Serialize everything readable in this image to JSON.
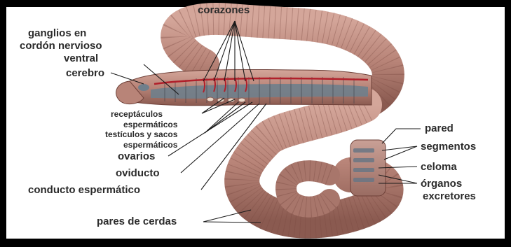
{
  "colors": {
    "background": "#ffffff",
    "frame": "#000000",
    "worm_body": "#b88478",
    "worm_shadow": "#7a4a42",
    "nerve_cord": "#6f7f8c",
    "blood_vessels": "#b11f2a",
    "label_text": "#2b2b2b"
  },
  "labels": {
    "corazones": "corazones",
    "ganglios_1": "ganglios en",
    "ganglios_2": "cordón nervioso",
    "ganglios_3": "ventral",
    "cerebro": "cerebro",
    "receptaculos_1": "receptáculos",
    "receptaculos_2": "espermáticos",
    "testiculos_1": "testículos y sacos",
    "testiculos_2": "espermáticos",
    "ovarios": "ovarios",
    "oviducto": "oviducto",
    "conducto": "conducto espermático",
    "pares": "pares de cerdas",
    "pared": "pared",
    "segmentos": "segmentos",
    "celoma": "celoma",
    "organos_1": "órganos",
    "organos_2": "excretores"
  }
}
